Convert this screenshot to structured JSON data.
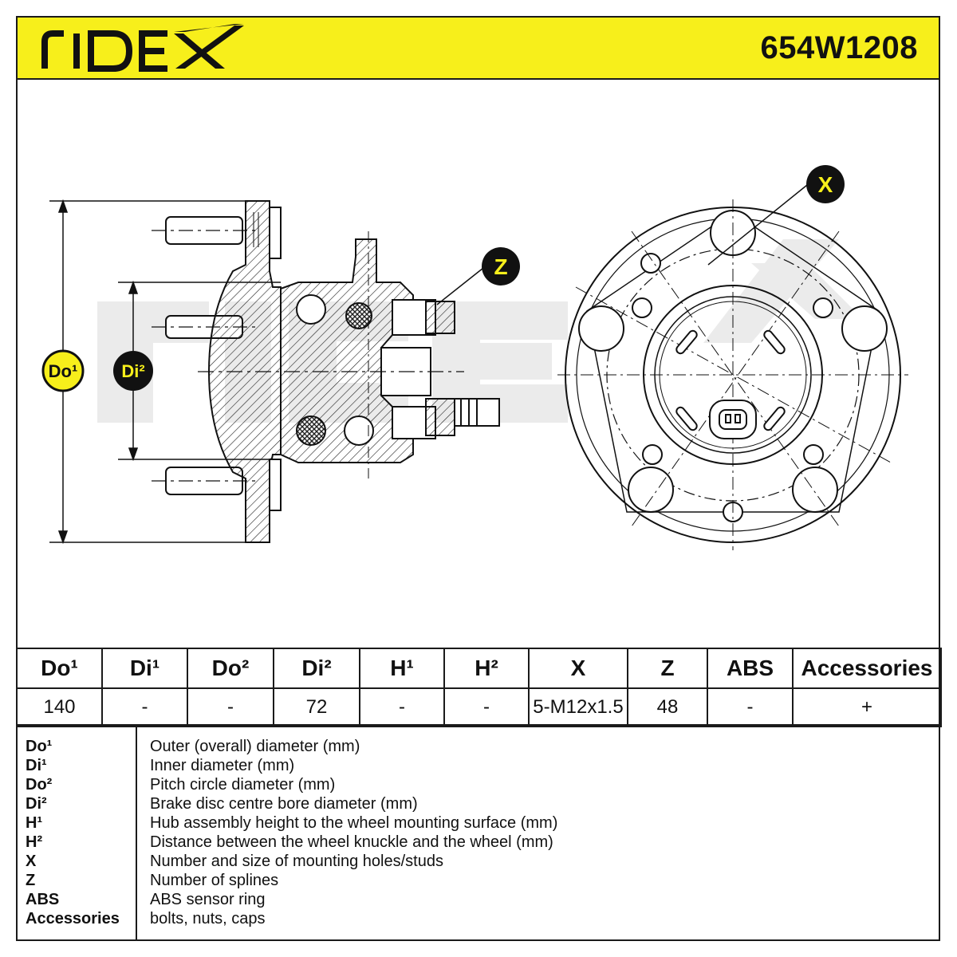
{
  "header": {
    "brand": "RIDEX",
    "part_number": "654W1208"
  },
  "drawing": {
    "watermark": "RIDEX",
    "labels": {
      "do1": "Do¹",
      "di2": "Di²",
      "x": "X",
      "z": "Z"
    }
  },
  "specs": {
    "headers": [
      "Do¹",
      "Di¹",
      "Do²",
      "Di²",
      "H¹",
      "H²",
      "X",
      "Z",
      "ABS",
      "Accessories"
    ],
    "values": [
      "140",
      "-",
      "-",
      "72",
      "-",
      "-",
      "5-M12x1.5",
      "48",
      "-",
      "+"
    ]
  },
  "legend": [
    {
      "key": "Do¹",
      "desc": "Outer (overall) diameter (mm)"
    },
    {
      "key": "Di¹",
      "desc": "Inner diameter (mm)"
    },
    {
      "key": "Do²",
      "desc": "Pitch circle diameter (mm)"
    },
    {
      "key": "Di²",
      "desc": "Brake disc centre bore diameter (mm)"
    },
    {
      "key": "H¹",
      "desc": "Hub assembly height to the wheel mounting surface (mm)"
    },
    {
      "key": "H²",
      "desc": "Distance between the wheel knuckle and the wheel (mm)"
    },
    {
      "key": "X",
      "desc": "Number and size of mounting holes/studs"
    },
    {
      "key": "Z",
      "desc": "Number of splines"
    },
    {
      "key": "ABS",
      "desc": "ABS sensor ring"
    },
    {
      "key": "Accessories",
      "desc": "bolts, nuts, caps"
    }
  ],
  "colors": {
    "header_yellow": "#f7ef1b",
    "badge_yellow": "#f7ef1b",
    "badge_black": "#111111",
    "watermark_grey": "#ebebeb"
  }
}
